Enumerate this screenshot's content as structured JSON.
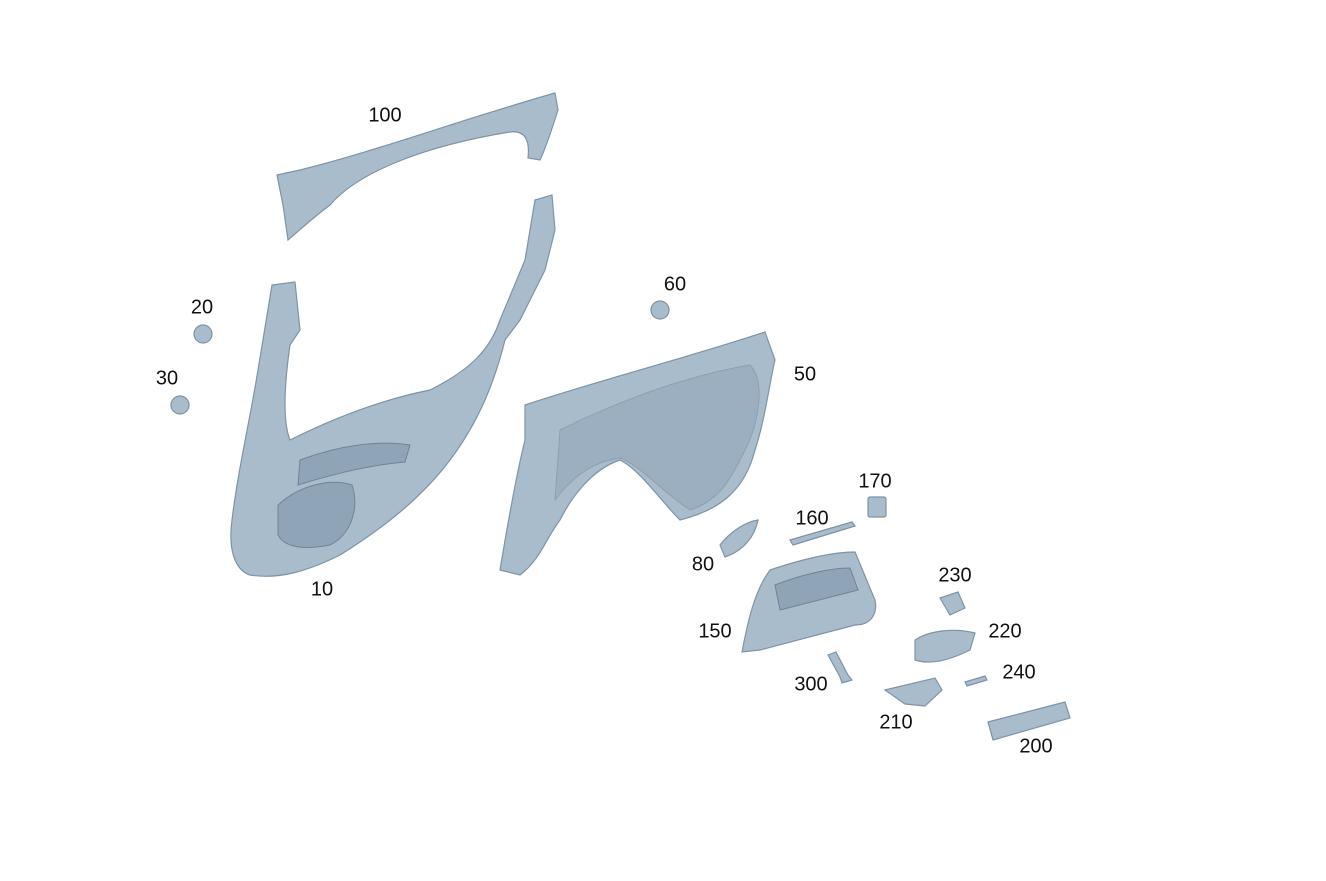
{
  "diagram": {
    "type": "exploded-parts-view",
    "part_color": "#a8bccc",
    "labels": {
      "p10": "10",
      "p20": "20",
      "p30": "30",
      "p50": "50",
      "p60": "60",
      "p80": "80",
      "p100": "100",
      "p150": "150",
      "p160": "160",
      "p170": "170",
      "p200": "200",
      "p210": "210",
      "p220": "220",
      "p230": "230",
      "p240": "240",
      "p300": "300"
    }
  }
}
